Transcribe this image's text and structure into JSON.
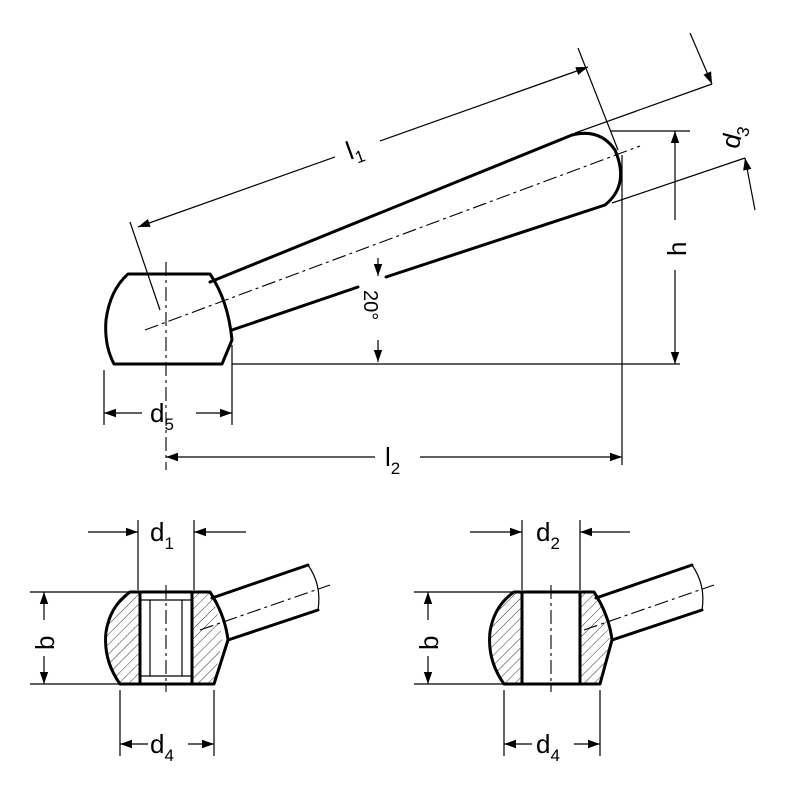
{
  "labels": {
    "l1": {
      "main": "l",
      "sub": "1"
    },
    "l2": {
      "main": "l",
      "sub": "2"
    },
    "d1": {
      "main": "d",
      "sub": "1"
    },
    "d2": {
      "main": "d",
      "sub": "2"
    },
    "d3": {
      "main": "d",
      "sub": "3"
    },
    "d4_left": {
      "main": "d",
      "sub": "4"
    },
    "d4_right": {
      "main": "d",
      "sub": "4"
    },
    "d5": {
      "main": "d",
      "sub": "5"
    },
    "h": "h",
    "b_left": "b",
    "b_right": "b",
    "angle": "20°"
  }
}
